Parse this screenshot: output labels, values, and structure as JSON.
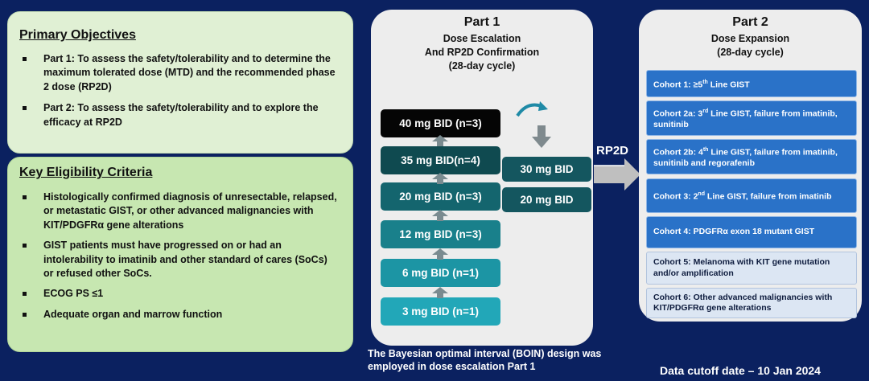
{
  "primary_objectives": {
    "title": "Primary Objectives",
    "items": [
      "Part 1: To assess the safety/tolerability and to determine the maximum tolerated dose (MTD) and the recommended phase 2 dose (RP2D)",
      "Part 2: To assess the safety/tolerability and to explore the efficacy at RP2D"
    ]
  },
  "eligibility": {
    "title": "Key Eligibility Criteria",
    "items": [
      "Histologically confirmed diagnosis of unresectable, relapsed, or metastatic GIST, or other advanced malignancies with KIT/PDGFRα gene alterations",
      "GIST patients must have progressed on or had an intolerability to imatinib and other standard of cares (SoCs) or refused other SoCs.",
      "ECOG PS ≤1",
      "Adequate organ and marrow function"
    ]
  },
  "part1": {
    "title": "Part 1",
    "subtitle_1": "Dose Escalation",
    "subtitle_2": "And RP2D Confirmation",
    "subtitle_3": "(28-day cycle)",
    "doses": [
      {
        "label": "40 mg BID (n=3)",
        "color": "#050505"
      },
      {
        "label": "35 mg BID(n=4)",
        "color": "#0f4a50"
      },
      {
        "label": "20 mg BID (n=3)",
        "color": "#14656e"
      },
      {
        "label": "12 mg BID (n=3)",
        "color": "#19808b"
      },
      {
        "label": "6 mg BID (n=1)",
        "color": "#1c95a4"
      },
      {
        "label": "3 mg BID (n=1)",
        "color": "#22a7b8"
      }
    ],
    "confirm_doses": [
      "30 mg BID",
      "20 mg BID"
    ]
  },
  "rp2d_label": "RP2D",
  "part2": {
    "title": "Part 2",
    "subtitle_1": "Dose Expansion",
    "subtitle_2": "(28-day cycle)",
    "cohorts": [
      {
        "pre": "Cohort 1:  ≥5",
        "sup": "th",
        "post": " Line GIST"
      },
      {
        "pre": "Cohort 2a:  3",
        "sup": "rd",
        "post": " Line GIST, failure from imatinib, sunitinib"
      },
      {
        "pre": "Cohort 2b:  4",
        "sup": "th",
        "post": " Line GIST, failure from imatinib, sunitinib and regorafenib"
      },
      {
        "pre": "Cohort 3:  2",
        "sup": "nd",
        "post": " Line GIST, failure from imatinib"
      },
      {
        "pre": "Cohort 4:  PDGFRα exon 18 mutant GIST",
        "sup": "",
        "post": ""
      },
      {
        "pre": "Cohort 5:  Melanoma with KIT gene mutation and/or amplification",
        "sup": "",
        "post": ""
      },
      {
        "pre": "Cohort 6:  Other advanced malignancies with KIT/PDGFRα gene alterations",
        "sup": "",
        "post": ""
      }
    ]
  },
  "boin_note": "The Bayesian optimal interval (BOIN) design was employed in dose escalation Part 1",
  "cutoff": "Data cutoff date – 10 Jan 2024",
  "colors": {
    "background": "#0b2160",
    "cohort_blue": "#2a72c8",
    "cohort_light": "#dce6f3",
    "confirm_dose": "#14565f",
    "arrow_teal": "#1f8aa6"
  }
}
